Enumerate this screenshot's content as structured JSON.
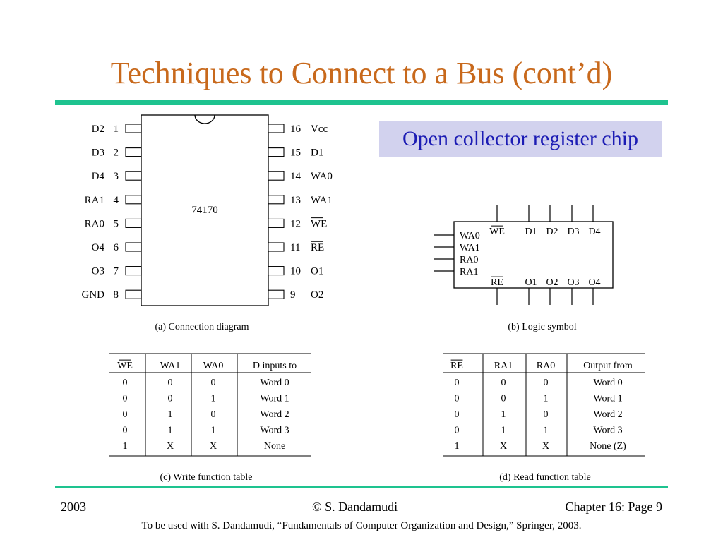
{
  "slide": {
    "title": "Techniques to Connect to a Bus (cont’d)",
    "callout": "Open collector register chip"
  },
  "connection_diagram": {
    "chip_label": "74170",
    "caption": "(a) Connection diagram",
    "left_pins": [
      {
        "name": "D2",
        "num": "1"
      },
      {
        "name": "D3",
        "num": "2"
      },
      {
        "name": "D4",
        "num": "3"
      },
      {
        "name": "RA1",
        "num": "4"
      },
      {
        "name": "RA0",
        "num": "5"
      },
      {
        "name": "O4",
        "num": "6"
      },
      {
        "name": "O3",
        "num": "7"
      },
      {
        "name": "GND",
        "num": "8"
      }
    ],
    "right_pins": [
      {
        "num": "16",
        "name": "Vcc",
        "bar": false
      },
      {
        "num": "15",
        "name": "D1",
        "bar": false
      },
      {
        "num": "14",
        "name": "WA0",
        "bar": false
      },
      {
        "num": "13",
        "name": "WA1",
        "bar": false
      },
      {
        "num": "12",
        "name": "WE",
        "bar": true
      },
      {
        "num": "11",
        "name": "RE",
        "bar": true
      },
      {
        "num": "10",
        "name": "O1",
        "bar": false
      },
      {
        "num": "9",
        "name": "O2",
        "bar": false
      }
    ]
  },
  "logic_symbol": {
    "caption": "(b) Logic symbol",
    "top_labels": [
      "WE",
      "D1",
      "D2",
      "D3",
      "D4"
    ],
    "left_labels": [
      "WA0",
      "WA1",
      "RA0",
      "RA1"
    ],
    "bottom_labels": [
      "RE",
      "O1",
      "O2",
      "O3",
      "O4"
    ]
  },
  "write_table": {
    "caption": "(c) Write function table",
    "headers": [
      "WE",
      "WA1",
      "WA0",
      "D inputs to"
    ],
    "rows": [
      [
        "0",
        "0",
        "0",
        "Word 0"
      ],
      [
        "0",
        "0",
        "1",
        "Word 1"
      ],
      [
        "0",
        "1",
        "0",
        "Word 2"
      ],
      [
        "0",
        "1",
        "1",
        "Word 3"
      ],
      [
        "1",
        "X",
        "X",
        "None"
      ]
    ]
  },
  "read_table": {
    "caption": "(d) Read function table",
    "headers": [
      "RE",
      "RA1",
      "RA0",
      "Output from"
    ],
    "rows": [
      [
        "0",
        "0",
        "0",
        "Word 0"
      ],
      [
        "0",
        "0",
        "1",
        "Word 1"
      ],
      [
        "0",
        "1",
        "0",
        "Word 2"
      ],
      [
        "0",
        "1",
        "1",
        "Word 3"
      ],
      [
        "1",
        "X",
        "X",
        "None (Z)"
      ]
    ]
  },
  "footer": {
    "year": "2003",
    "author": "© S. Dandamudi",
    "page": "Chapter 16: Page 9",
    "note": "To be used with S. Dandamudi, “Fundamentals of Computer Organization and Design,” Springer, 2003."
  }
}
